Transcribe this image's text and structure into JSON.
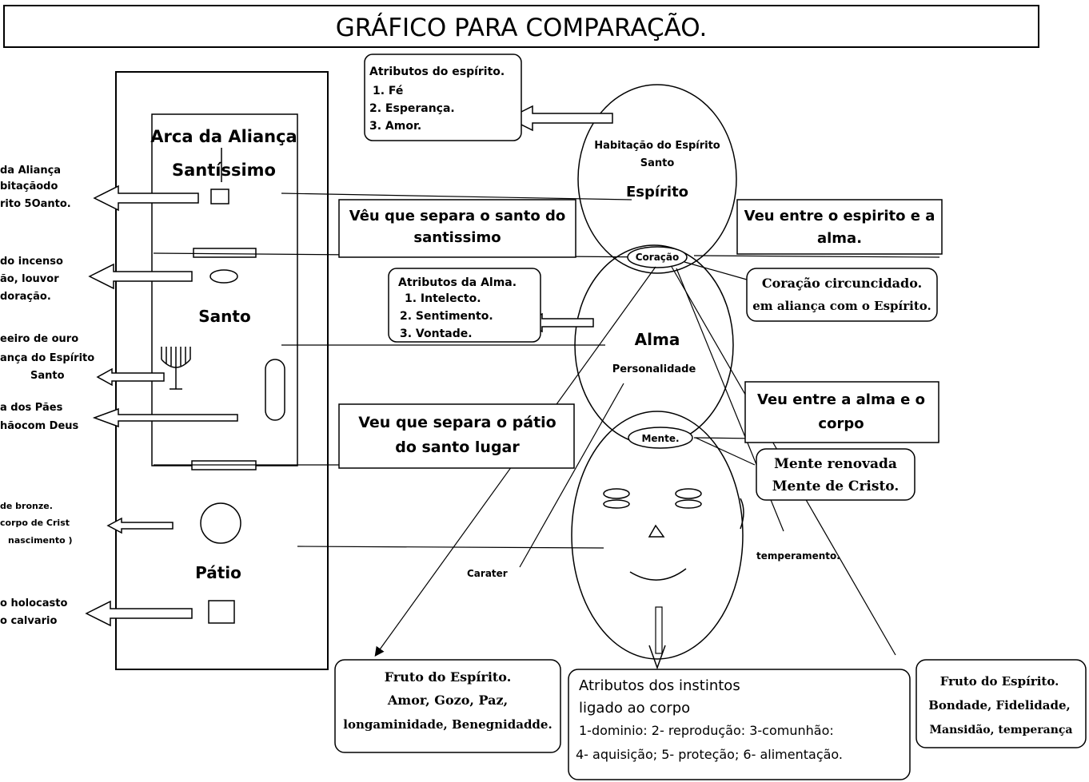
{
  "title": "GRÁFICO PARA COMPARAÇÃO.",
  "tabernacle": {
    "santissimo_header": "Arca da Aliança",
    "santissimo": "Santíssimo",
    "santo": "Santo",
    "patio": "Pátio",
    "left_labels": {
      "arca": [
        "da Aliança",
        "bitaçãodo",
        "rito 5Oanto."
      ],
      "incenso": [
        "do incenso",
        "ão, louvor",
        "doração."
      ],
      "candeeiro": [
        "eeiro de ouro",
        "ança do Espírito",
        "Santo"
      ],
      "paes": [
        "a dos Pães",
        "hãocom Deus"
      ],
      "bronze": [
        "de bronze.",
        "corpo de Crist",
        "nascimento )"
      ],
      "holocausto": [
        "o holocasto",
        "o calvario"
      ]
    }
  },
  "separators": {
    "veu_santo_santissimo": [
      "Vêu que separa o santo do",
      "santissimo"
    ],
    "veu_patio_santo": [
      "Veu que separa o  pátio",
      "do santo lugar"
    ],
    "veu_espirito_alma": [
      "Veu entre o espirito e a",
      "alma."
    ],
    "veu_alma_corpo": [
      "Veu entre a alma e o",
      "corpo"
    ]
  },
  "spirit": {
    "attributes_title": "Atributos do espírito.",
    "attributes": [
      "1. Fé",
      "2. Esperança.",
      "3. Amor."
    ],
    "habitation": [
      "Habitação do Espírito",
      "Santo"
    ],
    "label": "Espírito",
    "heart": "Coração"
  },
  "soul": {
    "attributes_title": "Atributos da Alma.",
    "attributes": [
      "1. Intelecto.",
      "2. Sentimento.",
      "3. Vontade."
    ],
    "label": "Alma",
    "sub": "Personalidade",
    "mind": "Mente."
  },
  "callouts": {
    "coracao": [
      "Coração circuncidado.",
      "em aliança com o Espírito."
    ],
    "mente": [
      "Mente renovada",
      "Mente  de Cristo."
    ],
    "carater": "Carater",
    "temperamento": "temperamento."
  },
  "fruits_left": [
    "Fruto do Espírito.",
    "Amor, Gozo, Paz,",
    "longaminidade, Benegnidadde."
  ],
  "instincts": [
    "Atributos dos instintos",
    "ligado ao corpo",
    "1-dominio: 2- reprodução: 3-comunhão:",
    "4- aquisição; 5- proteção; 6- alimentação."
  ],
  "fruits_right": [
    "Fruto do Espírito.",
    "Bondade, Fidelidade,",
    "Mansidão, temperança"
  ]
}
